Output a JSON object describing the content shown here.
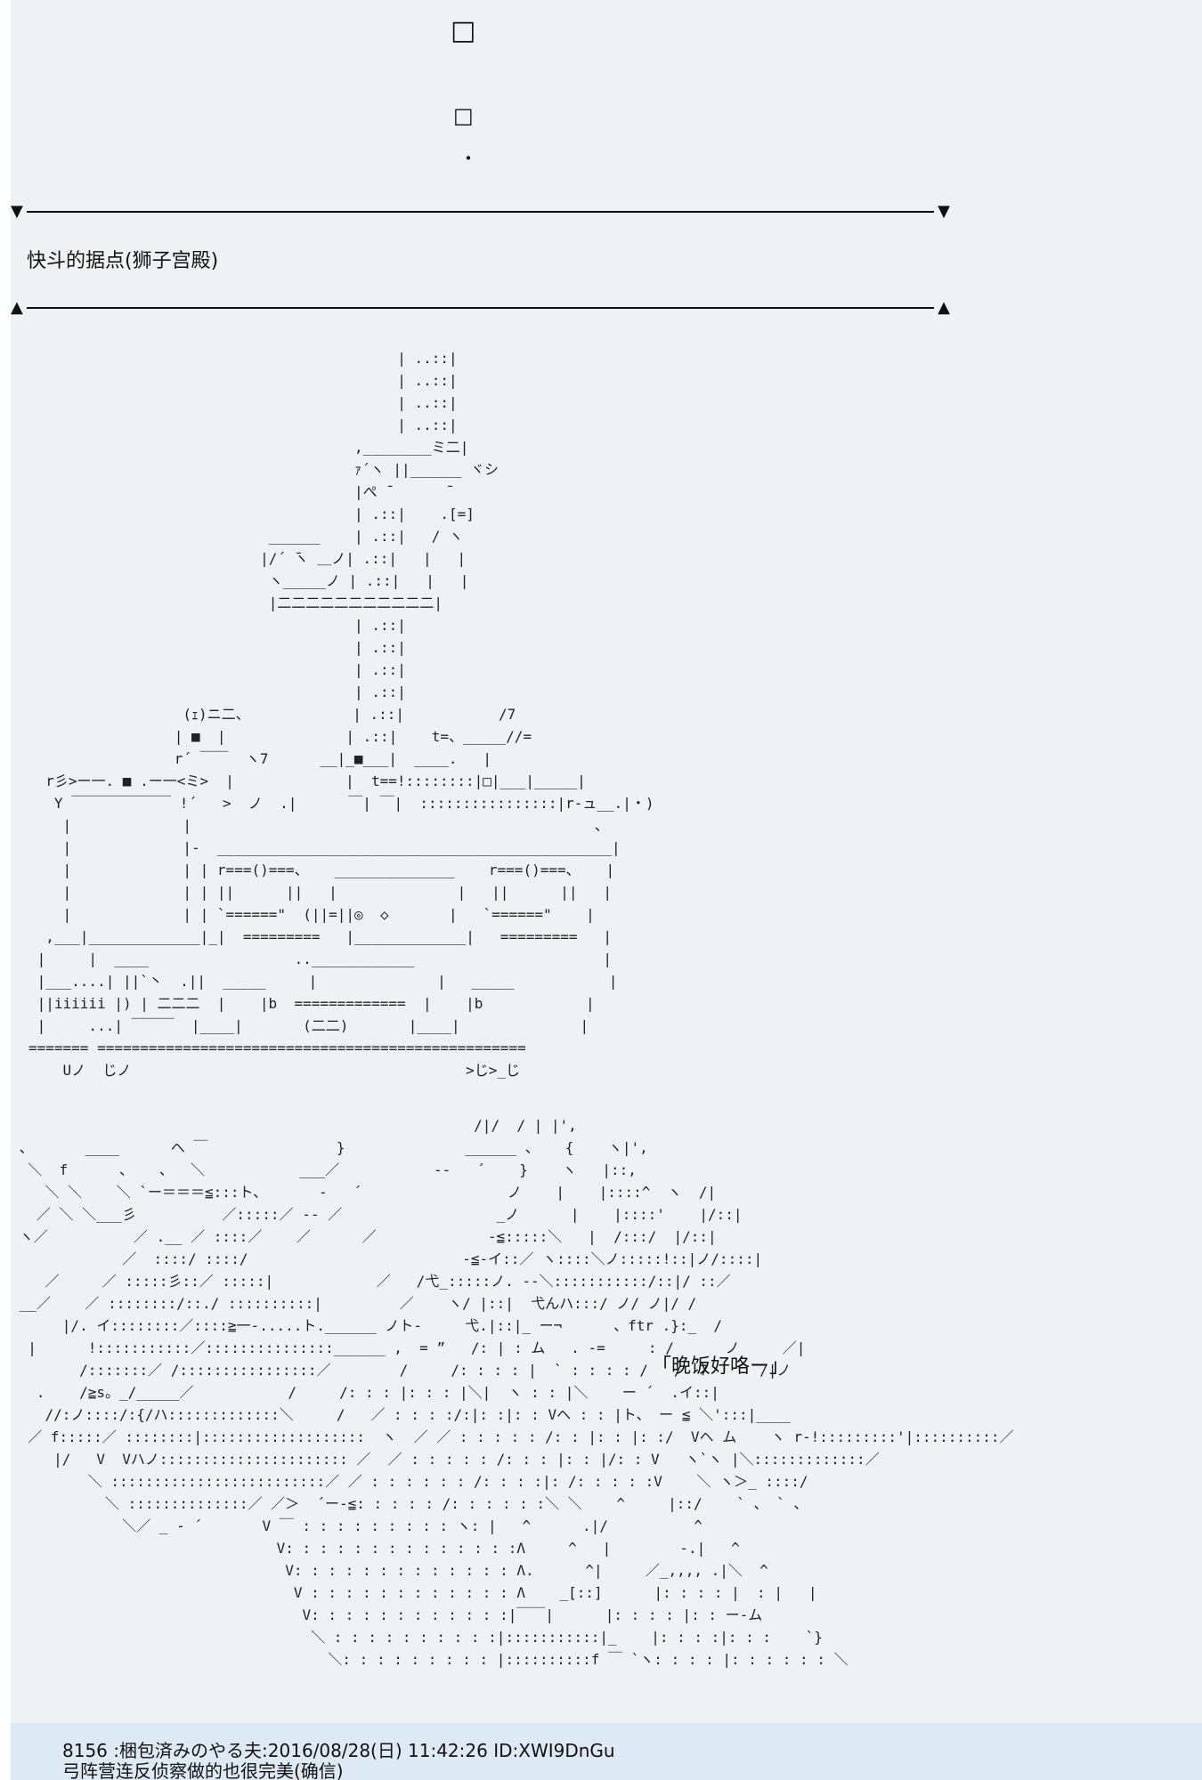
{
  "top_marks": {
    "square_large": "□",
    "square_small": "□",
    "dot": "・"
  },
  "dividers": {
    "down_arrow": "▼",
    "up_arrow": "▲"
  },
  "location_text": "快斗的据点(狮子宫殿)",
  "speech_text": "「晚饭好咯ー」",
  "ascii_art": {
    "kitchen": "                                           | ..::|\n                                           | ..::|\n                                           | ..::|\n                                           | ..::|\n                                      ,________ミ二|\n                                      ｧ´ヽ ||______ ヾシ\n                                      |ぺ ̄       ̄\n                                      | .::|    .[=]\n                            ______    | .::|   / ヽ\n                           |/´ ̄ヽ ＿ノ| .::|   |   |\n                            ヽ_____ノ | .::|   |   |\n                            |二二二二二二二二二二二|\n                                      | .::|\n                                      | .::|\n                                      | .::|\n                                      | .::|\n                  (ｪ)ニ二、            | .::|           /7\n                 | ■  |              | .::|    t=、_____//=\n                 r´ ￣￣  ヽ7      __|_■___|  ____.   |\n  r彡>ー一. ■ .ー一<ミ>  |             |  t==!::::::::|□|___|_____|\n   Y ￣￣￣￣￣￣￣ !´   >  ノ  .|      ￣| ￣|  ::::::::::::::::|r-ュ__.|・)\n    |             |                                               、\n    |             |-  ______________________________________________|\n    |             | | r===()===、   ______________    r===()===、   |\n    |             | | ||      ||   |              |   ||      ||   |\n    |             | | `======\"  (||=||◎  ◇       |   `======\"    |\n  ,___|_____________|_|  =========   |_____________|   =========   |\n |     |  ____                 ..____________                      |\n |___....| ||`丶  .||  _____     |              |   _____           |\n ||iiiiii |) | 二二二  |    |b  =============  |    |b            |\n |     ...| ￣￣￣  |____|       (二二)       |____|              |\n======= ==================================================\n    Uノ  じノ                                       >じ>_じ",
    "character": "                                                      /|/  / | |',\n 、      ____      ヘ ￣               }              ______ 、   {    ヽ|',\n  ＼  f      、   、  ＼           ___／           -‐   ´    }    ヽ   |::,\n    ＼ ＼    ＼ `ー＝＝＝≦:::ト、      -   ´                 ノ    |    |::::^  ヽ  /|\n   ／ ＼ ＼___彡          ／:::::／ -‐ ／                  _ノ      |    |::::'    |/::|\n ヽ／          ／ .__ ／ ::::／    ／      ／             -≦:::::＼   |  /:::/  |/::|\n             ／  ::::/ ::::/                         -≦-イ::／ ヽ::::＼ノ:::::!::|ノ/::::|\n    ／     ／ :::::彡::／ :::::|            ／   /弋_:::::ノ. -‐＼:::::::::::/::|/ ::／\n __／    ／ ::::::::/::./ ::::::::::|         ／    ヽ/ |::|  弋んハ:::/ ノ/ ノ|/ /\n      |/. イ::::::::／::::≧一-.....ト.______ ノト-     弋.|::|_ ー¬      、ftr .}:_  /\n  |      !:::::::::::／:::::::::::::::______ ,  = ”   /: | : ム   . -=     : /      ノ     ／|\n        /:::::::／ /::::::::::::::::／        /     /: : : : |  ` : : : : /   /  7      /|ノ\n   .    /≧s。_/_____／           /     /: : : |: : : |＼|  ヽ : : |＼    ー ´  .イ::|\n    //:ノ::::/:{/ハ:::::::::::::＼     /   ／ : : : :/:|: :|: : Vヘ : : |ト、 ー ≦ ＼':::|____\n  ／ f:::::／ ::::::::|:::::::::::::::::::  ヽ  ／ ／ : : : : : /: : |: : |: :/  Vヘ ム    ヽ r-!:::::::::'|::::::::::／\n     |/   V  Vハノ:::::::::::::::::::::: ／  ／ : : : : : /: : : |: : |/: : V   ヽ`ヽ |＼:::::::::::::／\n         ＼ :::::::::::::::::::::::::／ ／ : : : : : : /: : : :|: /: : : : :V    ＼ ヽ＞_ ::::/\n           ＼ ::::::::::::::／ ／＞  ´ー-≦: : : : : /: : : : : :＼ ＼    ^     |::/    ` 、 ` 、\n             ＼／ _ - ´       V ￣ : : : : : : : : : ヽ: |   ^      .|/          ^\n                               V: : : : : : : : : : : : : :Λ     ^   |        -.|   ^\n                                V: : : : : : : : : : : : : Λ.      ^|     ／_,,,, .|＼  ^\n                                 V : : : : : : : : : : : : Λ    _[::]      |: : : : |  : |   |\n                                  V: : : : : : : : : : : :|￣￣|      |: : : : |: : ー-ム\n                                   ＼ : : : : : : : : : :|:::::::::::|_    |: : : :|: : :    `}\n                                     ＼: : : : : : : : : |::::::::::f ￣ `ヽ: : : : |: : : : : : ＼"
  },
  "post": {
    "number": "8156",
    "name": "梱包済みのやる夫",
    "date": "2016/08/28(日)",
    "time": "11:42:26",
    "id": "ID:XWI9DnGu",
    "body": "弓阵营连反侦察做的也很完美(确信)"
  }
}
